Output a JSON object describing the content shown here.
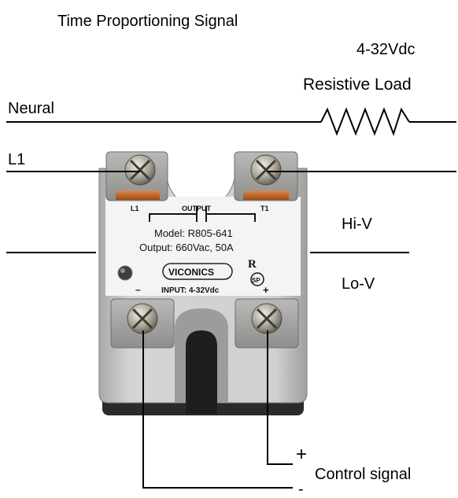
{
  "title": "Time Proportioning Signal",
  "labels": {
    "voltage": "4-32Vdc",
    "load": "Resistive Load",
    "neutral": "Neural",
    "line": "L1",
    "hi_v": "Hi-V",
    "lo_v": "Lo-V",
    "plus": "+",
    "minus": "-",
    "control": "Control signal"
  },
  "relay": {
    "left_terminal": "L1",
    "right_terminal": "T1",
    "output_label": "OUTPUT",
    "model": "Model: R805-641",
    "output_rating": "Output: 660Vac, 50A",
    "brand": "VICONICS",
    "minus_mark": "–",
    "plus_mark": "+",
    "input": "INPUT: 4-32Vdc",
    "cert_ul": "R",
    "cert_csa": "SP"
  },
  "colors": {
    "wire": "#000000",
    "body_grey": "#c9cac8",
    "label_plate": "#f4f4f2",
    "terminal_metal": "#8a8a88",
    "copper": "#c8662e"
  }
}
